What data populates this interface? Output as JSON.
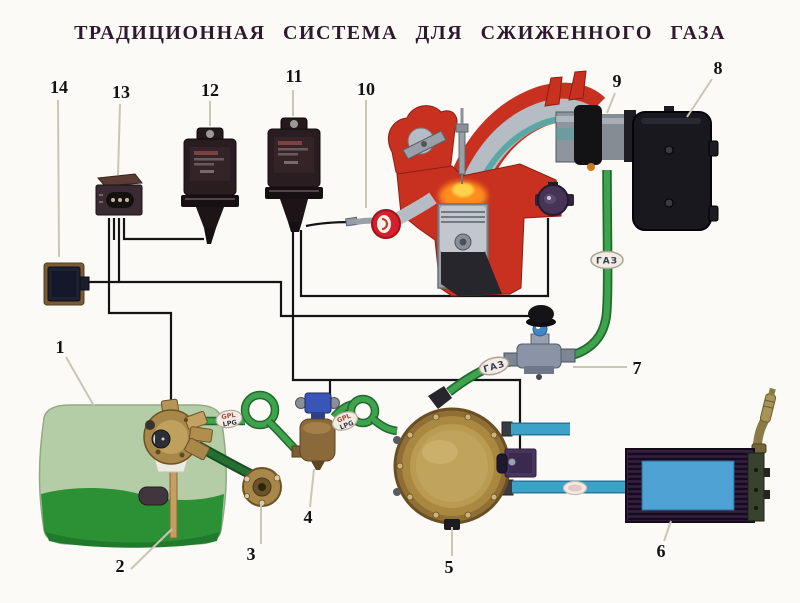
{
  "title": "ТРАДИЦИОННАЯ СИСТЕМА ДЛЯ СЖИЖЕННОГО ГАЗА",
  "callouts": [
    {
      "number": "1",
      "component": "gas-tank"
    },
    {
      "number": "2",
      "component": "multivalve-level-tube"
    },
    {
      "number": "3",
      "component": "filler-valve-flange"
    },
    {
      "number": "4",
      "component": "gas-filter-solenoid-valve"
    },
    {
      "number": "5",
      "component": "reducer-evaporator"
    },
    {
      "number": "6",
      "component": "heater-radiator"
    },
    {
      "number": "7",
      "component": "gas-solenoid-valve"
    },
    {
      "number": "8",
      "component": "air-filter-housing"
    },
    {
      "number": "9",
      "component": "gas-mixer"
    },
    {
      "number": "10",
      "component": "spark-plug-lead"
    },
    {
      "number": "11",
      "component": "control-unit-right"
    },
    {
      "number": "12",
      "component": "control-unit-left"
    },
    {
      "number": "13",
      "component": "fuel-selector-switch"
    },
    {
      "number": "14",
      "component": "relay"
    }
  ],
  "hose_labels": {
    "gas": "ГАЗ",
    "gpl": "GPL",
    "lpg": "LPG"
  },
  "colors": {
    "background": "#fbfaf6",
    "tank_vapor_green": "#b5cda7",
    "tank_liquid_green": "#2b9134",
    "hose_green": "#2f8f3f",
    "filler_hose_green": "#1d6830",
    "coolant_blue": "#3da2c8",
    "engine_red": "#c8301f",
    "brass": "#b3924f",
    "reducer_gold": "#b99b52",
    "radiator_blue": "#4fa3d4",
    "wire_black": "#141414",
    "leader_gray": "#cbc5b8"
  }
}
